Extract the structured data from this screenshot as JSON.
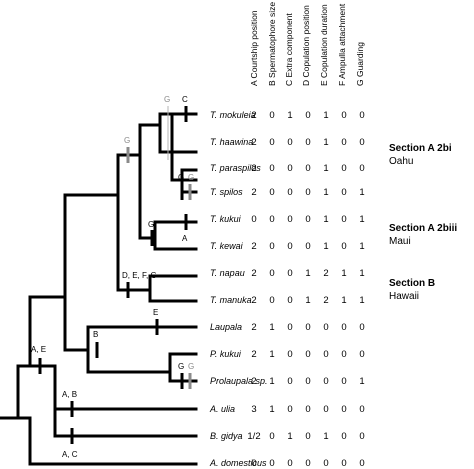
{
  "columns": [
    "A Courtship position",
    "B Spermatophore size",
    "C Extra component",
    "D Copulation position",
    "E Copulation duration",
    "F Ampulla attachment",
    "G Guarding"
  ],
  "taxa": [
    {
      "name": "T. mokuleia",
      "values": [
        "2",
        "0",
        "1",
        "0",
        "1",
        "0",
        "0"
      ]
    },
    {
      "name": "T. haawina",
      "values": [
        "2",
        "0",
        "0",
        "0",
        "1",
        "0",
        "0"
      ]
    },
    {
      "name": "T. paraspilos",
      "values": [
        "2",
        "0",
        "0",
        "0",
        "1",
        "0",
        "0"
      ]
    },
    {
      "name": "T. spilos",
      "values": [
        "2",
        "0",
        "0",
        "0",
        "1",
        "0",
        "1"
      ]
    },
    {
      "name": "T. kukui",
      "values": [
        "0",
        "0",
        "0",
        "0",
        "1",
        "0",
        "1"
      ]
    },
    {
      "name": "T. kewai",
      "values": [
        "2",
        "0",
        "0",
        "0",
        "1",
        "0",
        "1"
      ]
    },
    {
      "name": "T. napau",
      "values": [
        "2",
        "0",
        "0",
        "1",
        "2",
        "1",
        "1"
      ]
    },
    {
      "name": "T. manuka",
      "values": [
        "2",
        "0",
        "0",
        "1",
        "2",
        "1",
        "1"
      ]
    },
    {
      "name": "Laupala",
      "values": [
        "2",
        "1",
        "0",
        "0",
        "0",
        "0",
        "0"
      ]
    },
    {
      "name": "P. kukui",
      "values": [
        "2",
        "1",
        "0",
        "0",
        "0",
        "0",
        "0"
      ]
    },
    {
      "name": "Prolaupala sp.",
      "values": [
        "2",
        "1",
        "0",
        "0",
        "0",
        "0",
        "1"
      ]
    },
    {
      "name": "A. ulia",
      "values": [
        "3",
        "1",
        "0",
        "0",
        "0",
        "0",
        "0"
      ]
    },
    {
      "name": "B. gidya",
      "values": [
        "1/2",
        "0",
        "1",
        "0",
        "1",
        "0",
        "0"
      ]
    },
    {
      "name": "A. domesticus",
      "values": [
        "0",
        "0",
        "0",
        "0",
        "0",
        "0",
        "0"
      ]
    }
  ],
  "sections": [
    {
      "title": "Section A 2bi",
      "subtitle": "Oahu"
    },
    {
      "title": "Section A 2biii",
      "subtitle": "Maui"
    },
    {
      "title": "Section B",
      "subtitle": "Hawaii"
    }
  ],
  "markers": {
    "root": "A, E",
    "aulia": "A, B",
    "bgidya": "A, C",
    "laupala_group": "B",
    "laupala": "E",
    "sectionB": "D, E, F, G",
    "sectionA": "G",
    "maui": "G",
    "kukui": "A",
    "oahu_inner": "G",
    "mokuleia": "C",
    "spilos_1": "G",
    "spilos_2": "G",
    "prolaupala_1": "G",
    "prolaupala_2": "G"
  }
}
